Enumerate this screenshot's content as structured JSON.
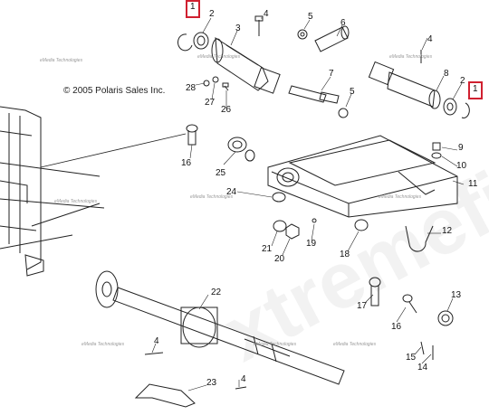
{
  "copyright": "© 2005 Polaris Sales Inc.",
  "watermark_small": "eMedia Technologies",
  "watermark_large": "xtremefit",
  "highlight_color": "#d02030",
  "callouts": {
    "c1a": "1",
    "c2a": "2",
    "c3": "3",
    "c4a": "4",
    "c5a": "5",
    "c6": "6",
    "c4b": "4",
    "c7": "7",
    "c8": "8",
    "c2b": "2",
    "c1b": "1",
    "c5b": "5",
    "c28": "28",
    "c27": "27",
    "c26": "26",
    "c16a": "16",
    "c25": "25",
    "c9": "9",
    "c10": "10",
    "c11": "11",
    "c24": "24",
    "c21": "21",
    "c20": "20",
    "c19": "19",
    "c18": "18",
    "c12": "12",
    "c22": "22",
    "c17": "17",
    "c16b": "16",
    "c13": "13",
    "c4c": "4",
    "c15": "15",
    "c14": "14",
    "c23": "23",
    "c4d": "4"
  }
}
